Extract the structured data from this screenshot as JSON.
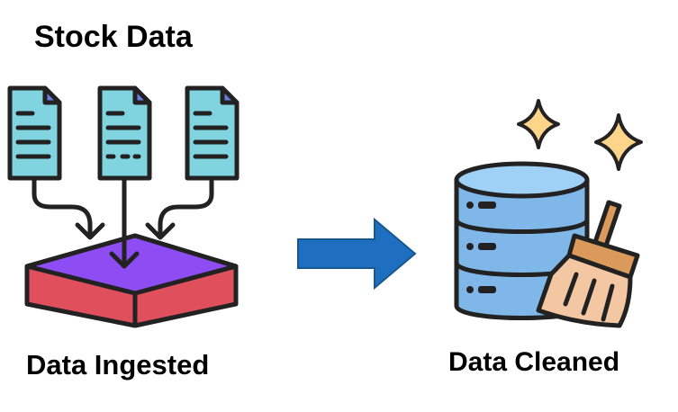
{
  "diagram": {
    "title": "Stock Data",
    "left_label": "Data Ingested",
    "right_label": "Data Cleaned"
  },
  "icons": {
    "documents": "document-icon",
    "tray": "ingest-tray-icon",
    "arrow": "right-arrow-icon",
    "database": "database-icon",
    "broom": "broom-icon",
    "sparkles": "sparkle-icon"
  },
  "colors": {
    "document_fill": "#7fd4e0",
    "document_fold": "#6a7fe6",
    "tray_top": "#8e4df2",
    "tray_side": "#e0505c",
    "arrow_fill": "#1e6fc0",
    "database_fill": "#7fb8e8",
    "broom_head": "#f4c7a3",
    "broom_handle": "#d99a5b",
    "sparkle_fill": "#fcd48a"
  }
}
